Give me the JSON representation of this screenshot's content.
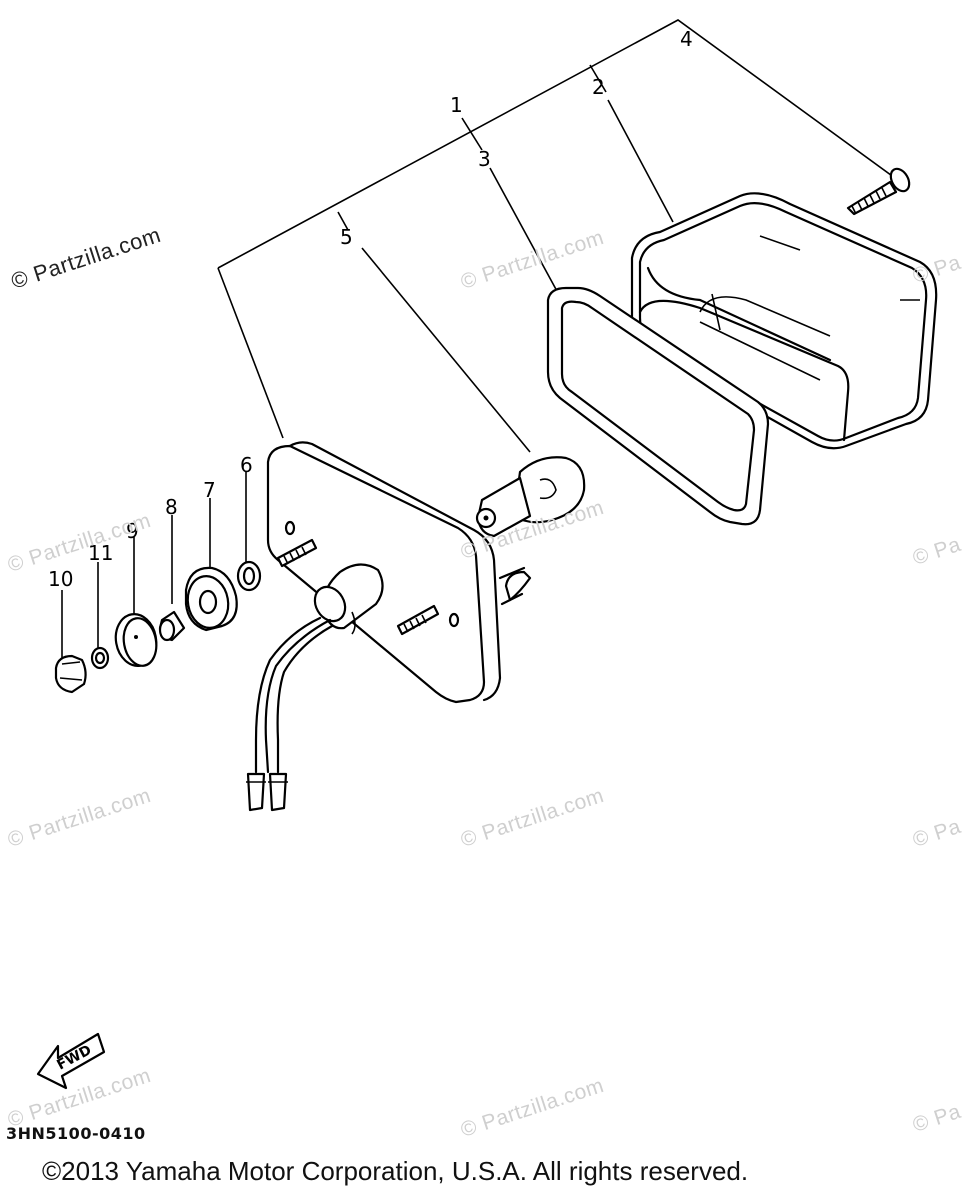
{
  "diagram": {
    "callouts": [
      "1",
      "2",
      "3",
      "4",
      "5",
      "6",
      "7",
      "8",
      "9",
      "10",
      "11"
    ],
    "fwd_label": "FWD",
    "diagram_code": "3HN5100-0410",
    "copyright": "©2013 Yamaha Motor Corporation, U.S.A. All rights reserved."
  },
  "watermarks": [
    "© Partzilla.com",
    "© Partzilla.com",
    "© Pa",
    "© Partzilla.com",
    "© Partzilla.com",
    "© Pa",
    "© Partzilla.com",
    "© Partzilla.com",
    "© Pa",
    "© Partzilla.com",
    "© Partzilla.com",
    "© Pa"
  ]
}
